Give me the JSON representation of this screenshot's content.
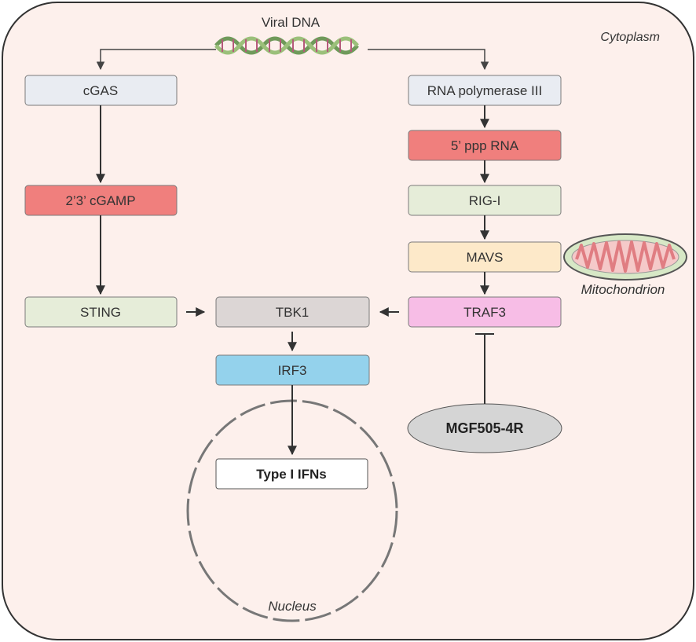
{
  "labels": {
    "viral_dna": "Viral DNA",
    "cytoplasm": "Cytoplasm",
    "mitochondrion": "Mitochondrion",
    "nucleus": "Nucleus"
  },
  "nodes": {
    "cgas": "cGAS",
    "cgamp": "2’3’ cGAMP",
    "sting": "STING",
    "rna_pol3": "RNA polymerase III",
    "ppp_rna": "5’ ppp RNA",
    "rig_i": "RIG-I",
    "mavs": "MAVS",
    "traf3": "TRAF3",
    "tbk1": "TBK1",
    "irf3": "IRF3",
    "type1_ifns": "Type I IFNs",
    "mgf505": "MGF505-4R"
  },
  "colors": {
    "cytoplasm_fill": "#fdf0ec",
    "cgas_fill": "#e9ecf2",
    "cgamp_fill": "#f07f7d",
    "sting_fill": "#e6edd9",
    "rna_pol3_fill": "#e9ecf2",
    "ppp_rna_fill": "#f07f7d",
    "rig_i_fill": "#e6edd9",
    "mavs_fill": "#fde9c9",
    "traf3_fill": "#f7bde6",
    "tbk1_fill": "#dcd6d5",
    "irf3_fill": "#94d2ec",
    "ifns_fill": "#ffffff",
    "mgf505_fill": "#d5d5d5",
    "mito_fill": "#d7e8c6",
    "mito_inner": "#f2a6a6"
  },
  "icons": {
    "dna": "dna-helix-icon",
    "mitochondrion": "mitochondrion-icon"
  }
}
